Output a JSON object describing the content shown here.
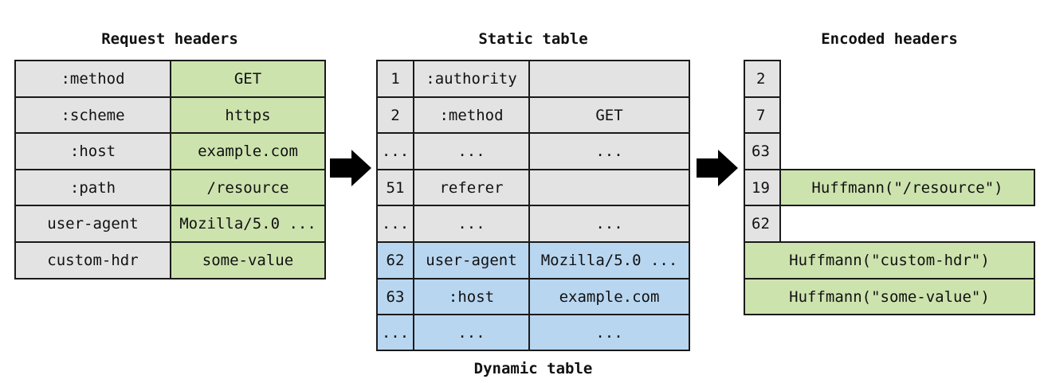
{
  "request_headers": {
    "title": "Request headers",
    "rows": [
      {
        "name": ":method",
        "value": "GET"
      },
      {
        "name": ":scheme",
        "value": "https"
      },
      {
        "name": ":host",
        "value": "example.com"
      },
      {
        "name": ":path",
        "value": "/resource"
      },
      {
        "name": "user-agent",
        "value": "Mozilla/5.0 ..."
      },
      {
        "name": "custom-hdr",
        "value": "some-value"
      }
    ]
  },
  "static_table": {
    "title": "Static table",
    "rows": [
      {
        "index": "1",
        "name": ":authority",
        "value": ""
      },
      {
        "index": "2",
        "name": ":method",
        "value": "GET"
      },
      {
        "index": "...",
        "name": "...",
        "value": "..."
      },
      {
        "index": "51",
        "name": "referer",
        "value": ""
      },
      {
        "index": "...",
        "name": "...",
        "value": "..."
      }
    ]
  },
  "dynamic_table": {
    "title": "Dynamic table",
    "rows": [
      {
        "index": "62",
        "name": "user-agent",
        "value": "Mozilla/5.0 ..."
      },
      {
        "index": "63",
        "name": ":host",
        "value": "example.com"
      },
      {
        "index": "...",
        "name": "...",
        "value": "..."
      }
    ]
  },
  "encoded_headers": {
    "title": "Encoded headers",
    "indices": [
      "2",
      "7",
      "63",
      "19",
      "62"
    ],
    "path_literal": "Huffmann(\"/resource\")",
    "custom_name_literal": "Huffmann(\"custom-hdr\")",
    "custom_value_literal": "Huffmann(\"some-value\")"
  },
  "colors": {
    "header_name": "#e3e3e3",
    "literal_value": "#cde3ae",
    "dynamic_entry": "#b9d6f0",
    "arrow": "#000000"
  },
  "icons": {
    "arrow_1": "right-arrow-icon",
    "arrow_2": "right-arrow-icon"
  }
}
